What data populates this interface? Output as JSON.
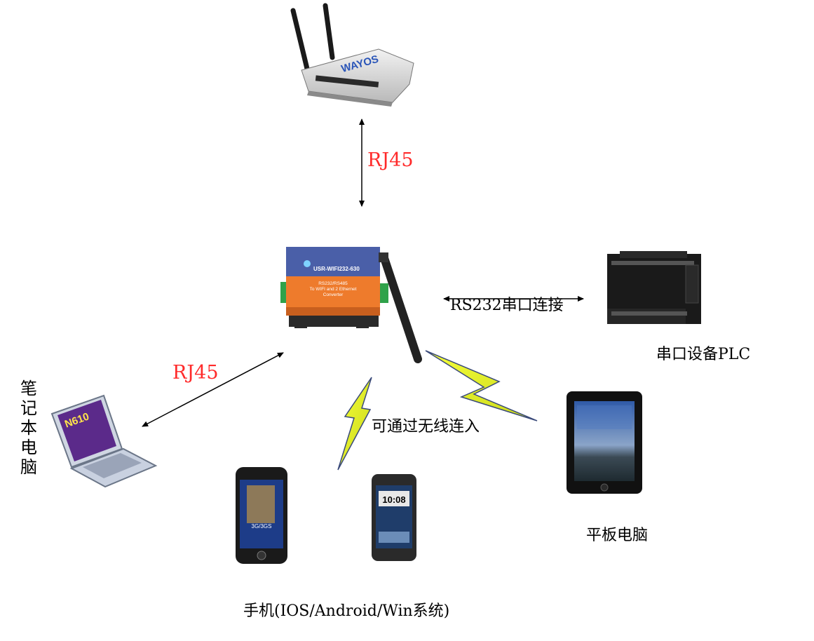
{
  "labels": {
    "rj45_top": "RJ45",
    "rj45_left": "RJ45",
    "rs232": "RS232串口连接",
    "plc": "串口设备PLC",
    "wireless": "可通过无线连入",
    "laptop": "笔记本电脑",
    "tablet": "平板电脑",
    "phone": "手机(IOS/Android/Win系统)"
  },
  "devices": {
    "router_brand": "WAYOS",
    "converter_model": "USR-WIFI232-630",
    "converter_line1": "RS232/RS485",
    "converter_line2": "To WIFI and 2 Ethernet",
    "converter_line3": "Converter",
    "android_clock": "10:08",
    "iphone_badge": "3G/3GS",
    "laptop_screen": "N610"
  },
  "colors": {
    "label_red": "#ff2a2a",
    "converter_blue": "#4a5fa8",
    "converter_orange": "#ee7b2c",
    "lightning_fill": "#e8f01c",
    "lightning_edge": "#3a4a7a",
    "plc_body": "#1a1a1a"
  }
}
